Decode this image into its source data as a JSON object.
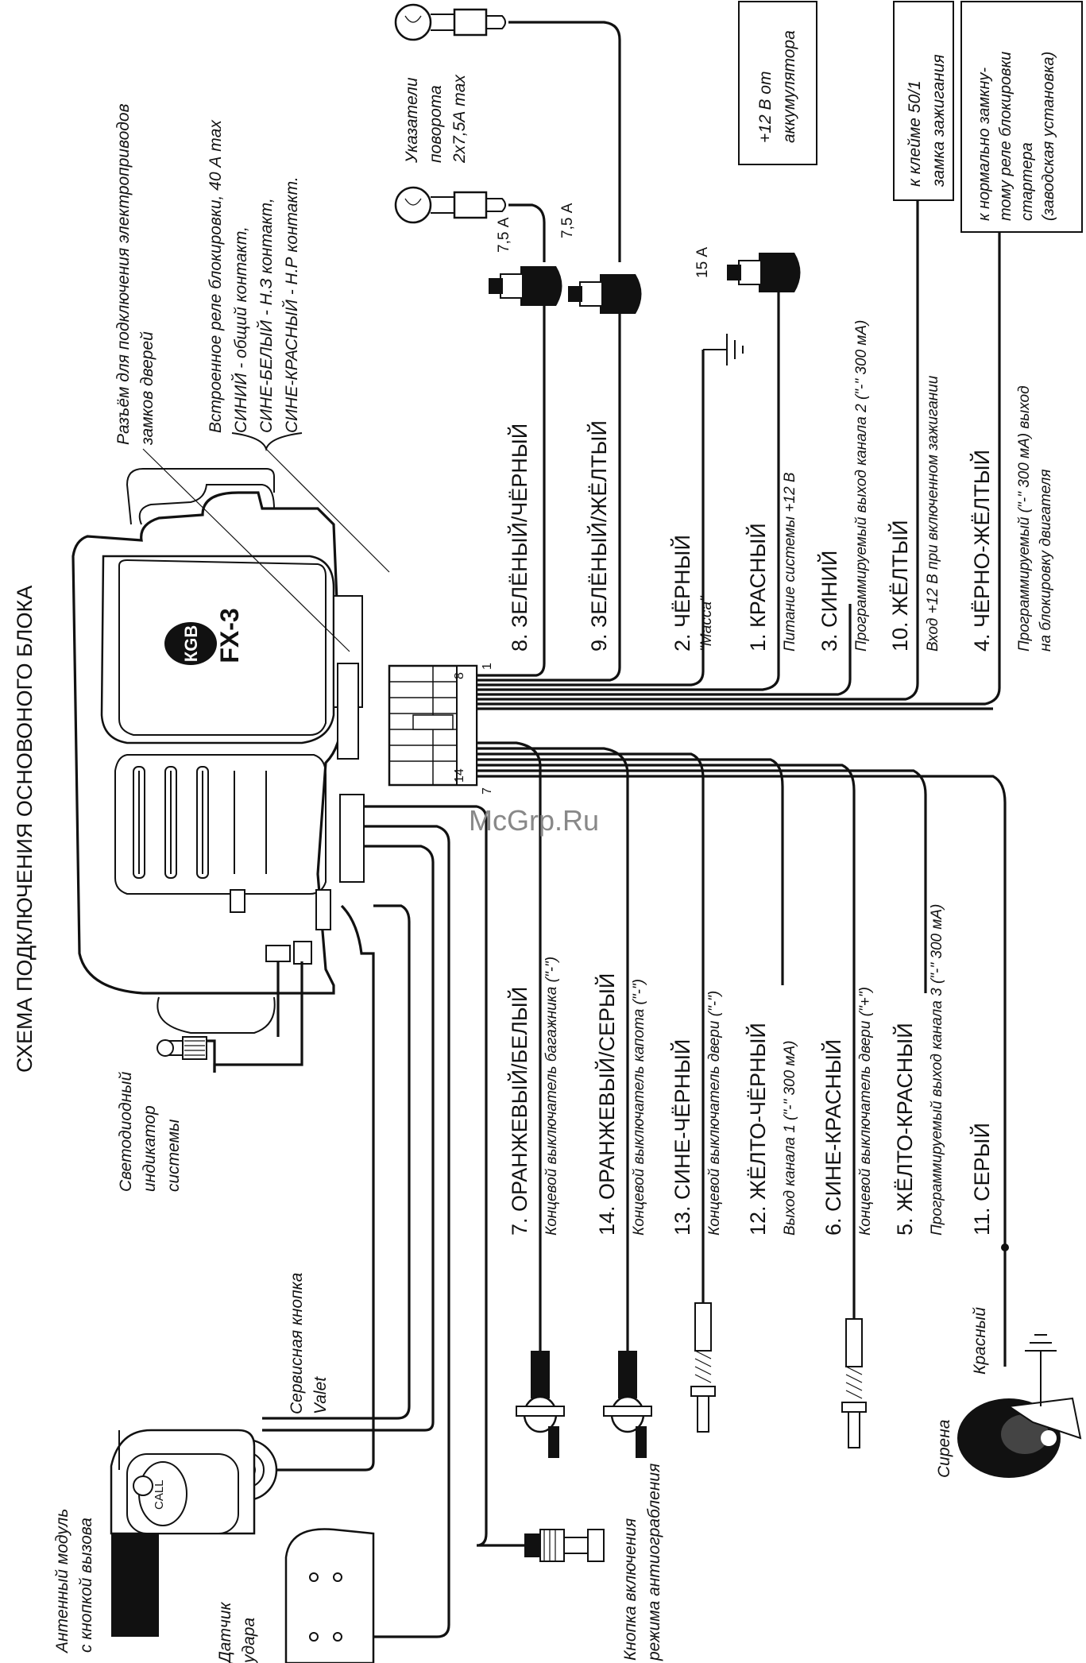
{
  "title": "СХЕМА ПОДКЛЮЧЕНИЯ ОСНОВОНОГО БЛОКА",
  "watermark": "McGrp.Ru",
  "unit": {
    "logo": "КGB",
    "model": "FX-3"
  },
  "connector_numbers": {
    "top_left": "8",
    "top_right": "1",
    "bottom_left": "14",
    "bottom_right": "7"
  },
  "top_notes": {
    "door_locks": [
      "Разъём для подключения электроприводов",
      "замков дверей"
    ],
    "relay": [
      "Встроенное реле блокировки, 40 А max",
      "СИНИЙ - общий контакт,",
      "СИНЕ-БЕЛЫЙ - Н.З контакт,",
      "СИНЕ-КРАСНЫЙ - Н.Р контакт."
    ],
    "turn_signals": [
      "Указатели",
      "поворота",
      "2х7,5А max"
    ],
    "battery": [
      "+12 В от",
      "аккумулятора"
    ],
    "ignition_terminal": [
      "к клейме 50/1",
      "замка зажигания"
    ],
    "starter_relay": [
      "к нормально замкну-",
      "тому реле блокировки",
      "стартера",
      "(заводская установка)"
    ]
  },
  "fuses": {
    "f1": "7,5 А",
    "f2": "7,5 А",
    "f3": "15 А"
  },
  "wires_top": [
    {
      "label": "8. ЗЕЛЁНЫЙ/ЧЁРНЫЙ",
      "desc": ""
    },
    {
      "label": "9. ЗЕЛЁНЫЙ/ЖЁЛТЫЙ",
      "desc": ""
    },
    {
      "label": "2. ЧЁРНЫЙ",
      "desc": "\"Масса\""
    },
    {
      "label": "1. КРАСНЫЙ",
      "desc": "Питание системы +12 В"
    },
    {
      "label": "3. СИНИЙ",
      "desc": "Программируемый выход канала 2 (\"-\" 300 мА)"
    },
    {
      "label": "10. ЖЁЛТЫЙ",
      "desc": "Вход +12 В при включенном зажигании"
    },
    {
      "label": "4. ЧЁРНО-ЖЁЛТЫЙ",
      "desc": "Программируемый (\"-\" 300 мА) выход",
      "desc2": "на блокировку двигателя"
    }
  ],
  "wires_bottom": [
    {
      "label": "7. ОРАНЖЕВЫЙ/БЕЛЫЙ",
      "desc": "Концевой выключатель багажника (\"-\")"
    },
    {
      "label": "14. ОРАНЖЕВЫЙ/СЕРЫЙ",
      "desc": "Концевой выключатель капота (\"-\")"
    },
    {
      "label": "13. СИНЕ-ЧЁРНЫЙ",
      "desc": "Концевой выключатель двери (\"-\")"
    },
    {
      "label": "12. ЖЁЛТО-ЧЁРНЫЙ",
      "desc": "Выход канала 1 (\"-\" 300 мА)"
    },
    {
      "label": "6. СИНЕ-КРАСНЫЙ",
      "desc": "Концевой выключатель двери (\"+\")"
    },
    {
      "label": "5. ЖЁЛТО-КРАСНЫЙ",
      "desc": "Программируемый выход канала 3 (\"-\" 300 мА)"
    },
    {
      "label": "11. СЕРЫЙ",
      "desc": ""
    }
  ],
  "peripherals": {
    "led": [
      "Светодиодный",
      "индикатор",
      "системы"
    ],
    "valet": [
      "Сервисная кнопка",
      "Valet"
    ],
    "antenna": [
      "Антенный модуль",
      "с кнопкой вызова"
    ],
    "call": "CALL",
    "shock": [
      "Датчик",
      "удара"
    ],
    "antihijack": [
      "Кнопка включения",
      "режима антиограбления"
    ],
    "siren": "Сирена",
    "siren_wire": "Красный"
  }
}
